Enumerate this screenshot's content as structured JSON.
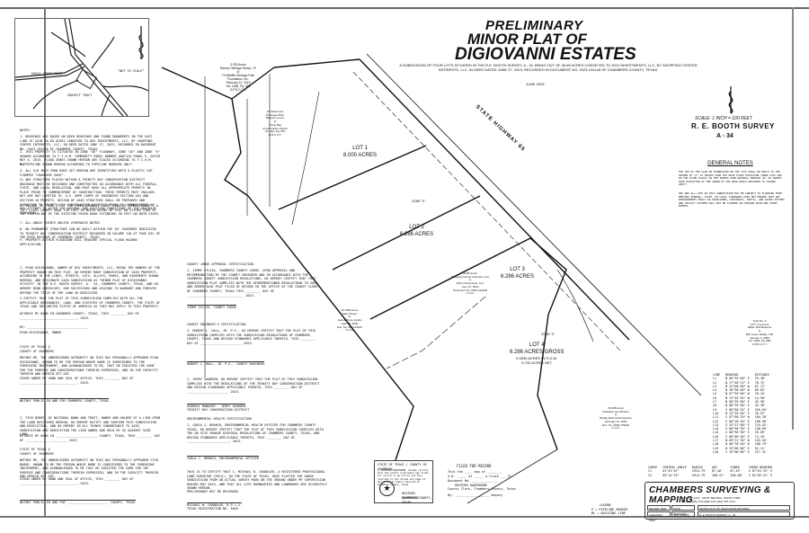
{
  "header": {
    "status": "PRELIMINARY",
    "title_line1": "MINOR PLAT OF",
    "title_line2": "DIGIOVANNI ESTATES",
    "subtitle": "A SUBDIVISION OF FOUR LOTS SITUATED IN THE R.E. BOOTH SURVEY, A - 34, BEING OUT OF 26.85 ACRES CONVEYED TO DGV INVESTMENTS, LLC, BY SHOPPING CENTER INTERESTS, LLC, IN DEED DATED JUNE 27, 2023, RECORDED IN DOCUMENT NO. 2023-194148 OF CHAMBERS COUNTY, TEXAS.",
    "date": "JUNE 2023"
  },
  "vicinity_map": {
    "not_to_scale": "\"NOT TO SCALE\"",
    "road_label": "EAGLE CREEK ROAD",
    "subject_label": "SUBJECT TRACT"
  },
  "scale_block": {
    "scale": "SCALE: 1 INCH = 100 FEET",
    "survey": "R. E. BOOTH SURVEY",
    "abstract": "A - 34"
  },
  "general_notes": {
    "heading": "GENERAL NOTES",
    "paragraphs": [
      "THE TOP OF THE SLAB ON FOUNDATION ON THE LOTS SHALL BE BUILT TO THE HIGHER OF (A) 24 INCHES OVER THE BASE FLOOD ELEVATION (WHEN LOTS ARE IN THE FLOOD PLAIN) OR THE INCHES OVER NATURAL TERRAIN (B) 18 INCHES OVER ELEVATION OF THE CROWN OF THE ROAD WHICH WHATEVER IS HIGHER APPLY.",
      "ANY AND ALL LOTS IN THIS SUBDIVISION MAY BE SUBJECT TO FLOODING EVEN MEETING FEDERAL, STATE, OR LOCAL STANDARDS DOES NOT ENSURE THAT ANY IMPROVEMENTS BUILT IN STRUCTURES, DRIVEWAYS, SEPTIC, AND WATER SYSTEMS AND UTILITY SYSTEMS WILL NOT BE FLOODED IN CERTAIN RAIN AND STORM EVENTS."
    ]
  },
  "notes": {
    "heading": "NOTES:",
    "items": [
      "1. BEARINGS ARE BASED ON DEED BEARINGS AND FOUND MONUMENTS IN THE EAST LINE OF SAID 26.85 ACRES CONVEYED TO DGV INVESTMENTS, LLC, BY SHOPPING CENTER INTERESTS, LLC, IN DEED DATED JUNE 27, 2023, RECORDED IN DOCUMENT NO. 2023-194148 OF CHAMBERS COUNTY, TEXAS.",
      "2. THIS PROPERTY IS SITUATED IN ZONE \"AE\" FLOODWAY, ZONE \"AE\" AND ZONE \"X\" SHADED ACCORDING TO F.I.R.M. COMMUNITY PANEL NUMBER 48071C0 PANEL E, DATED MAY 4, 2015. FLOOD ZONES SHOWN HEREON ARE SCALED ACCORDING TO F.I.R.M. MAP.",
      "3. PIPELINE SHOWN HEREON ACCORDING TO PIPELINE MARKERS ONLY.",
      "4. ALL 5/8 INCH IRON RODS SET HEREON ARE IDENTIFIED WITH A PLASTIC CAP STAMPED \"CHAMBERS 5049\".",
      "5) ANY STRUCTURE PLACED WITHIN A TRINITY BAY CONSERVATION DISTRICT DRAINAGE MUST BE DESIGNED AND CONSTRUCTED IN ACCORDANCE WITH ALL FEDERAL, STATE, AND LOCAL REGULATION, AND MUST HAVE ALL APPROPRIATE PERMITS IN PLACE PRIOR TO COMMENCEMENT OF CONSTRUCTION. THESE PERMITS MUST INCLUDE, BUT ARE NOT LIMITED TO, U.S. ARMY CORPS OF ENGINEERS SECTION 404 AND SECTION 10 PERMITS. DESIGN OF SAID STRUCTURE SHALL BE PREPARED AND SUBMITTED TO TRINITY BAY CONSERVATION DISTRICT PRIOR TO COMMENCEMENT OF ANY ATTEMPT TO ALTER THE NATURAL AND EXISTING CONDITIONS OF THE DRAINAGE CORRIDOR.",
      "6. VOLUME \"A\" PAGE 21 OF THE COMMISSIONERS COURT MINUTES COMMISSIONER'S A 11FT CLASS COUNTY ROAD 130 FOOT IN WIDTH BEING 30 FEET ON EITHER SIDE OF THE CENTERLINE OF THE EXISTING PAVED ROAD EXTENDING 30 FEET ON BOTH SIDES.",
      "7. ALL ANGLE POINTS UNLESS OTHERWISE NOTED.",
      "8. NO PERMANENT STRUCTURE CAN BE BUILT WITHIN THE 30' EASEMENT DEDICATED TO TRINITY BAY CONSERVATION DISTRICT RECORDED IN VOLUME 110 AT PAGE 651 OF THE DEED RECORDS OF CHAMBERS COUNTY, TEXAS.",
      "9. PROPERTY WITHIN FLOODZONE WILL REQUIRE SPECIAL FLOOD HAZARD APPLICATION."
    ]
  },
  "owner_dedication": {
    "text": "I, RYAN DIGIOVANNI, OWNER OF DGV INVESTMENTS, LLC, BEING THE OWNERS OF THE PROPERTY SHOWN ON THIS PLAT, DO HEREBY MAKE SUBDIVISION OF SAID PROPERTY, ACCORDING TO THE LINES, STREETS, LOTS, ALLEYS, PARKS, AND EASEMENTS SHOWN HEREON, AND DESIGNATE SAID SUBDIVISION AS \"MINOR PLAT OF DIGIOVANNI ESTATES\" IN THE R.E. BOOTH SURVEY, A - 34, CHAMBERS COUNTY, TEXAS, AND DO HEREBY BIND OURSELVES, OUR SUCCESSORS AND ASSIGNS TO WARRANT AND FOREVER DEFEND THE TITLE OF THE LAND SO DEDICATED.",
    "certify": "I CERTIFY THAT THE PLAT OF THIS SUBDIVISION COMPLIES WITH ALL THE APPLICABLE ORDINANCES, LAWS, AND STATUTES OF CHAMBERS COUNTY, THE STATE OF TEXAS AND THE UNITED STATES OF AMERICA AS THEY MAY APPLY TO THIS PROPERTY.",
    "witness": "WITNESS MY HAND IN CHAMBERS COUNTY, TEXAS, THIS ________ DAY OF ______________________________, 2023.",
    "by_line": "BY: ________________________________",
    "signer": "RYAN DIGIOVANNI, OWNER"
  },
  "notary_1": {
    "state": "STATE OF TEXAS §",
    "county": "COUNTY OF CHAMBERS",
    "text": "BEFORE ME, THE UNDERSIGNED AUTHORITY ON THIS DAY PERSONALLY APPEARED RYAN DIGIOVANNI, KNOWN TO BE THE PERSON WHOSE NAME IS SUBSCRIBED TO THE FOREGOING INSTRUMENT, AND ACKNOWLEDGED TO ME, THAT HE EXECUTED THE SAME FOR THE PURPOSE AND CONSIDERATIONS THEREIN EXPRESSED, AND IN THE CAPACITY THEREIN AND HEREIN SET OUT.",
    "given": "GIVEN UNDER MY HAND AND SEAL OF OFFICE, THIS ________ DAY OF ______________________________, 2023.",
    "footer": "NOTARY PUBLIC IN AND FOR CHAMBERS COUNTY, TEXAS"
  },
  "lienholder": {
    "text": "I, FISH BURKE, OF NATIONAL BANK AND TRUST, OWNER AND HOLDER OF A LIEN UPON THE LAND DESCRIBED HEREON, DO HEREBY RATIFY AND CONFIRM THIS SUBDIVISION AND DEDICATION, AND DO HEREBY IN ALL THINGS SUBORDINATE TO SAID SUBDIVISION AND DEDICATION THE LIEN OWNED AND HELD BY US AGAINST SAID LAND.",
    "witness": "WITNESS MY HAND IN ______________________ COUNTY, TEXAS, THIS ________ DAY OF ______________________ 2023."
  },
  "notary_2": {
    "state": "STATE OF TEXAS §",
    "county": "COUNTY OF CHAMBERS",
    "text": "BEFORE ME, THE UNDERSIGNED AUTHORITY ON THIS DAY PERSONALLY APPEARED FISH BURKE, KNOWN TO BE THE PERSON WHOSE NAME IS SUBSCRIBED TO THE FOREGOING INSTRUMENT, AND ACKNOWLEDGED TO ME THAT HE EXECUTED THE SAME FOR THE PURPOSE AND CONSIDERATIONS THEREIN EXPRESSED, AND IN THE CAPACITY THEREIN AND HEREIN SET OUT.",
    "given": "GIVEN UNDER MY HAND AND SEAL OF OFFICE, THIS ________ DAY OF ______________________________, 2023.",
    "footer": "NOTARY PUBLIC IN AND FOR ______________________ COUNTY, TEXAS"
  },
  "certifications": {
    "county_judge_heading": "COUNTY JUDGE APPROVAL CERTIFICATION",
    "county_judge_text": "I, JIMMY SYLVIA, CHAMBERS COUNTY JUDGE, UPON APPROVAL AND RECOMMENDATION BY THE COUNTY ENGINEER AND IN ACCORDANCE WITH THE CHAMBERS COUNTY SUBDIVISION REGULATIONS, DO HEREBY CERTIFY THAT THIS SUBDIVISION PLAT COMPLIES WITH THE AFOREMENTIONED REGULATIONS TO SUCH AND ORDER SAID PLAT FILED OF RECORD IN THE OFFICE OF THE COUNTY CLERK OF CHAMBERS COUNTY, TEXAS THIS ________ DAY OF ______________________________ 2023.",
    "county_judge_sign": "JIMMY SYLVIA, COUNTY JUDGE",
    "engineer_heading": "COUNTY ENGINEER'S CERTIFICATION",
    "engineer_text": "I, ROBERT L. HALL, JR. P.E., DO HEREBY CERTIFY THAT THE PLAT OF THIS SUBDIVISION COMPLIES WITH THE SUBDIVISION REGULATIONS OF CHAMBERS COUNTY, TEXAS AND DESIGN STANDARDS APPLICABLE THERETO, THIS ________ DAY OF ______________________ 2023.",
    "engineer_sign": "ROBERT L. HALL, JR. P.E., COUNTY ENGINEER",
    "trinity_text": "I, JERRY SHADDEN, DO HEREBY CERTIFY THAT THE PLAT OF THIS SUBDIVISION COMPLIES WITH THE REGULATIONS OF THE TRINITY BAY CONSERVATION DISTRICT AND DESIGN STANDARDS APPLICABLE THERETO, THIS ________ DAY OF ______________________ 2023.",
    "trinity_sign": "GENERAL MANAGER - JERRY SHADDEN",
    "trinity_org": "TRINITY BAY CONSERVATION DISTRICT",
    "env_heading": "ENVIRONMENTAL HEALTH CERTIFICATION",
    "env_text": "I, CARLA J. BRANCH, ENVIRONMENTAL HEALTH OFFICER FOR CHAMBERS COUNTY TEXAS, DO HEREBY CERTIFY THAT THE PLAT OF THIS SUBDIVISION COMPLIES WITH THE ON SITE SEWAGE DISPOSAL REGULATIONS OF CHAMBERS COUNTY, TEXAS, AND DESIGN STANDARDS APPLICABLE THERETO, THIS ________ DAY OF ______________________, 2023.",
    "env_sign": "CARLA J. BRANCH, ENVIRONMENTAL OFFICER",
    "surveyor_text": "THIS IS TO CERTIFY THAT I, MICHAEL W. CHANDLER, A REGISTERED PROFESSIONAL LAND SURVEYOR (RPLS), IN THE STATE OF TEXAS, HAVE PLATTED THE ABOVE SUBDIVISION FROM AN ACTUAL SURVEY MADE ON THE GROUND UNDER MY SUPERVISION DURING MAY 2023, AND THAT ALL LOTS BOUNDARIES AND LANDMARKS ARE ACCURATELY SHOWN HEREON.",
    "prelim": "PRELIMINARY NOT BE RECORDED",
    "surveyor_sign": "MICHAEL W. CHANDLER, R.P.L.S.",
    "surveyor_reg": "TEXAS REGISTRATION NO. 5049"
  },
  "filed_for_record": {
    "heading": "FILED FOR RECORD",
    "line1": "This the ____ day of ________",
    "line2": "A.D. _____ at _____ o'clock ___ M.",
    "line3": "Document No. ______________",
    "clerk": "HEATHER HAWTHORNE",
    "clerk_title": "County Clerk, Chambers County, Texas",
    "by": "By: __________________ Deputy"
  },
  "county_clerk_seal": {
    "heading": "STATE OF TEXAS / COUNTY OF CHAMBERS",
    "text": "I, HEATHER HAWTHORNE, hereby certify that the within instrument was filed for record in my office and duly recorded in the volume and page of the Official Public Records of Chambers County, Texas",
    "sign": "HEATHER HAWTHORNE",
    "sign_title": "CHAMBERS COUNTY, TEXAS"
  },
  "plat": {
    "lots": [
      {
        "name": "LOT 1",
        "area": "8.000 ACRES"
      },
      {
        "name": "LOT 2",
        "area": "6.286 ACRES"
      },
      {
        "name": "LOT 3",
        "area": "6.286 ACRES"
      },
      {
        "name": "LOT 4",
        "area": "6.286 ACRES GROSS",
        "sub1": "0.5535 ACRES IN R.O.W.",
        "sub2": "5.732 ACRES NET"
      }
    ],
    "highway_label": "STATE HIGHWAY 65",
    "zone_x": "ZONE \"X\"",
    "pipeline_label": "PIPELINE",
    "adjacent": [
      {
        "text": "3.000 Acres\nRaines Heritage Ranch, LP\nto\nTri Wildlife Heritage Park\nFoundation, Inc.\nFebruary 12, 2019\nVol. 1580, Pg. 500\nO.P.R.C.C.T."
      },
      {
        "text": "10' Easement\nDrainage Ditch\nBetween at Lot\nto\nTrinity Bay\nConservation District\nVol. 110, Pg. 651\nD.R.C.C.T."
      },
      {
        "text": "42.7993 Acres\nMary Pease\nto\nJames Bruce Guidry\nApril 25, 2000\nDoc. No. 2001-18137\nC.C.R."
      },
      {
        "text": "26.85 Acres\nShopping Center Interests, LLC\nto\nDGV Investments, LLC\nJune 27, 2023\nDocument No. 2023-194148\nC.C.R."
      },
      {
        "text": "36.668 Acres\nDelaware Gin Abrams\nto\nBradly Mark Hamil Abrams\nFebruary 13, 2003\nDoc. No. 2003-179643\nC.C.R."
      },
      {
        "text": "Tract No. 2\n0.6** of an Acre\nWater Well Reserve\nto\nB/D Green Realty, LTD\nJanuary 4, 2008\nVol. 1826, Pg. 888\nO.P.R.C.C.T."
      }
    ],
    "markers": [
      "5/8\" I.P.F.",
      "5/8\" I.R.S.",
      "1/2\" I.R.F."
    ]
  },
  "line_table": {
    "headers": [
      "LINE",
      "BEARING",
      "DISTANCE"
    ],
    "rows": [
      [
        "L1",
        "N 80°35'00\" E",
        "33.48'"
      ],
      [
        "L2",
        "N 17°40'13\" E",
        "70.72'"
      ],
      [
        "L3",
        "N 22°00'00\" W",
        "67.72'"
      ],
      [
        "L4",
        "N 20°58'00\" W",
        "89.82'"
      ],
      [
        "L5",
        "N 07°59'00\" W",
        "70.44'"
      ],
      [
        "L6",
        "N 75°45'55\" W",
        "14.90'"
      ],
      [
        "L7",
        "N 80°35'00\" E",
        "42.36'"
      ],
      [
        "L8",
        "N 80°35'00\" E",
        "42.36'"
      ],
      [
        "L9",
        "S 80°00'34\" E",
        "316.04'"
      ],
      [
        "L10",
        "N 34°35'04\" E",
        "28.97'"
      ],
      [
        "L11",
        "S 07°00'20\" W",
        "184.28'"
      ],
      [
        "L12",
        "S 80°18'40\" E",
        "160.90'"
      ],
      [
        "L13",
        "S 33°27'00\" E",
        "119.42'"
      ],
      [
        "L14",
        "S 80°56'36\" E",
        "140.69'"
      ],
      [
        "L15",
        "S 80°56'36\" E",
        "35.69'"
      ],
      [
        "L16",
        "S 80°00'30\" E",
        "13.43'"
      ],
      [
        "L17",
        "N 69°11'36\" W",
        "155.50'"
      ],
      [
        "L18",
        "N 06°18'40\" W",
        "108.79'"
      ],
      [
        "L19",
        "N 33°00'08\" E",
        "52.11'"
      ],
      [
        "L20",
        "S 29°00'00\" E",
        "217.41'"
      ]
    ]
  },
  "curve_table": {
    "headers": [
      "CURVE",
      "CENTRAL ANGLE",
      "RADIUS",
      "ARC",
      "CHORD",
      "CHORD BEARING"
    ],
    "rows": [
      [
        "C1",
        "01°43'07\"",
        "2914.79'",
        "87.46'",
        "87.45'",
        "S 87°01'32\" E"
      ],
      [
        "C2",
        "05°14'55\"",
        "2914.79'",
        "268.97'",
        "268.88'",
        "S 81°02'22\" E"
      ]
    ]
  },
  "legend": {
    "heading": "LEGEND",
    "items": [
      "P = PIPELINE MARKER",
      "BL = BUILDING LINE"
    ]
  },
  "title_block": {
    "company": "CHAMBERS SURVEYING & MAPPING",
    "address": "P.O. BOX 1474 · MONT BELVIEU, TEXAS 77580",
    "phone": "PHONE (281) 576-9090  FAX (281) 576-3710",
    "drawn_label": "DRAWN: RMC",
    "date_label": "DATE: 06/15/2023",
    "checked_label": "CHECKED: MWC",
    "job_label": "JOB: 6/20/23",
    "project": "MINOR PLAT OF DIGIOVANNI ESTATES",
    "location": "R. E. BOOTH SURVEY, A - 34"
  },
  "colors": {
    "ink": "#111111",
    "frame": "#666666",
    "paper": "#ffffff"
  }
}
